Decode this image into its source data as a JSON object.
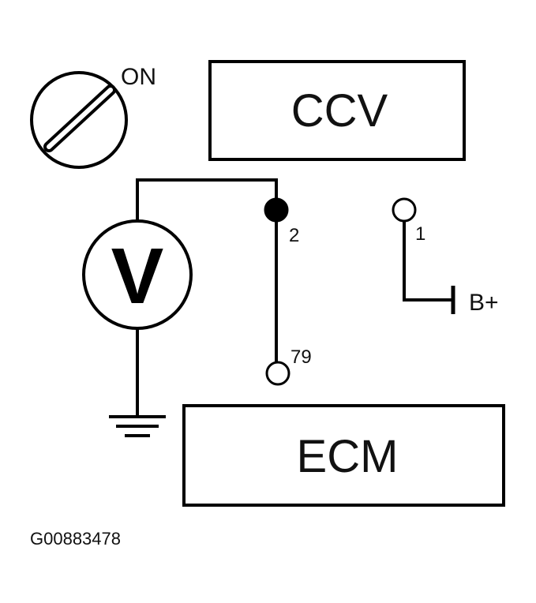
{
  "ignition": {
    "label": "ON"
  },
  "components": {
    "ccv": {
      "label": "CCV"
    },
    "ecm": {
      "label": "ECM"
    },
    "voltmeter": {
      "label": "V"
    }
  },
  "pins": {
    "pin2": {
      "label": "2"
    },
    "pin1": {
      "label": "1"
    },
    "pin79": {
      "label": "79"
    }
  },
  "supply": {
    "label": "B+"
  },
  "figure": {
    "id": "G00883478"
  },
  "colors": {
    "line": "#000000",
    "background": "#ffffff"
  }
}
